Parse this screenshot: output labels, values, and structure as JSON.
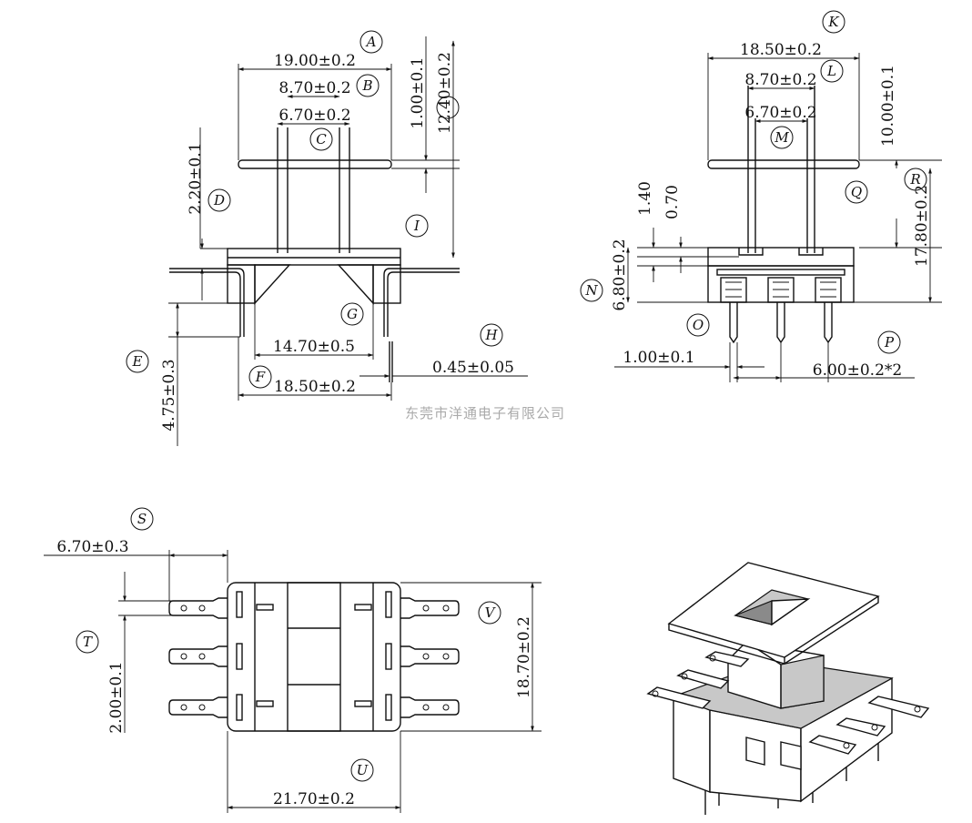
{
  "watermark": "东莞市洋通电子有限公司",
  "callouts": {
    "A": "A",
    "B": "B",
    "C": "C",
    "D": "D",
    "E": "E",
    "F": "F",
    "G": "G",
    "H": "H",
    "I": "I",
    "K": "K",
    "L": "L",
    "M": "M",
    "N": "N",
    "O": "O",
    "P": "P",
    "Q": "Q",
    "R": "R",
    "S": "S",
    "T": "T",
    "U": "U",
    "V": "V"
  },
  "front_view": {
    "dim_A": "19.00±0.2",
    "dim_B": "8.70±0.2",
    "dim_C": "6.70±0.2",
    "dim_D": "2.20±0.1",
    "dim_top_1": "1.00±0.1",
    "dim_top_2": "12.40±0.2",
    "dim_E": "4.75±0.3",
    "dim_G": "14.70±0.5",
    "dim_F": "18.50±0.2",
    "dim_H": "0.45±0.05"
  },
  "side_view": {
    "dim_K": "18.50±0.2",
    "dim_L": "8.70±0.2",
    "dim_M": "6.70±0.2",
    "dim_top": "10.00±0.1",
    "dim_R": "17.80±0.2",
    "dim_140": "1.40",
    "dim_070": "0.70",
    "dim_N": "6.80±0.2",
    "dim_O": "1.00±0.1",
    "dim_P": "6.00±0.2*2"
  },
  "bottom_view": {
    "dim_S": "6.70±0.3",
    "dim_T": "2.00±0.1",
    "dim_U": "21.70±0.2",
    "dim_V": "18.70±0.2"
  }
}
